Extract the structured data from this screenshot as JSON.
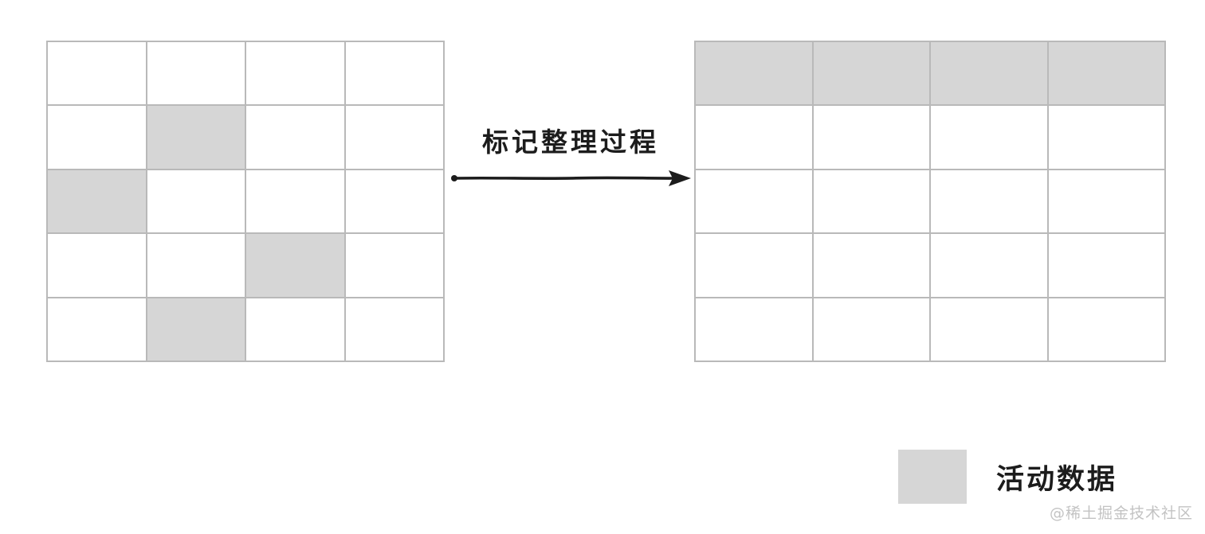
{
  "process_label": "标记整理过程",
  "legend": {
    "label": "活动数据"
  },
  "watermark": "@稀土掘金技术社区",
  "colors": {
    "active_fill": "#d6d6d6",
    "grid_border": "#b9b9b9",
    "ink": "#1c1c1c",
    "watermark": "#c3c3c3",
    "background": "#ffffff"
  },
  "before_grid": {
    "rows": 5,
    "cols": 4,
    "active_cells": [
      [
        1,
        1
      ],
      [
        2,
        0
      ],
      [
        3,
        2
      ],
      [
        4,
        1
      ]
    ]
  },
  "after_grid": {
    "rows": 5,
    "cols": 4,
    "active_cells": [
      [
        0,
        0
      ],
      [
        0,
        1
      ],
      [
        0,
        2
      ],
      [
        0,
        3
      ]
    ]
  }
}
